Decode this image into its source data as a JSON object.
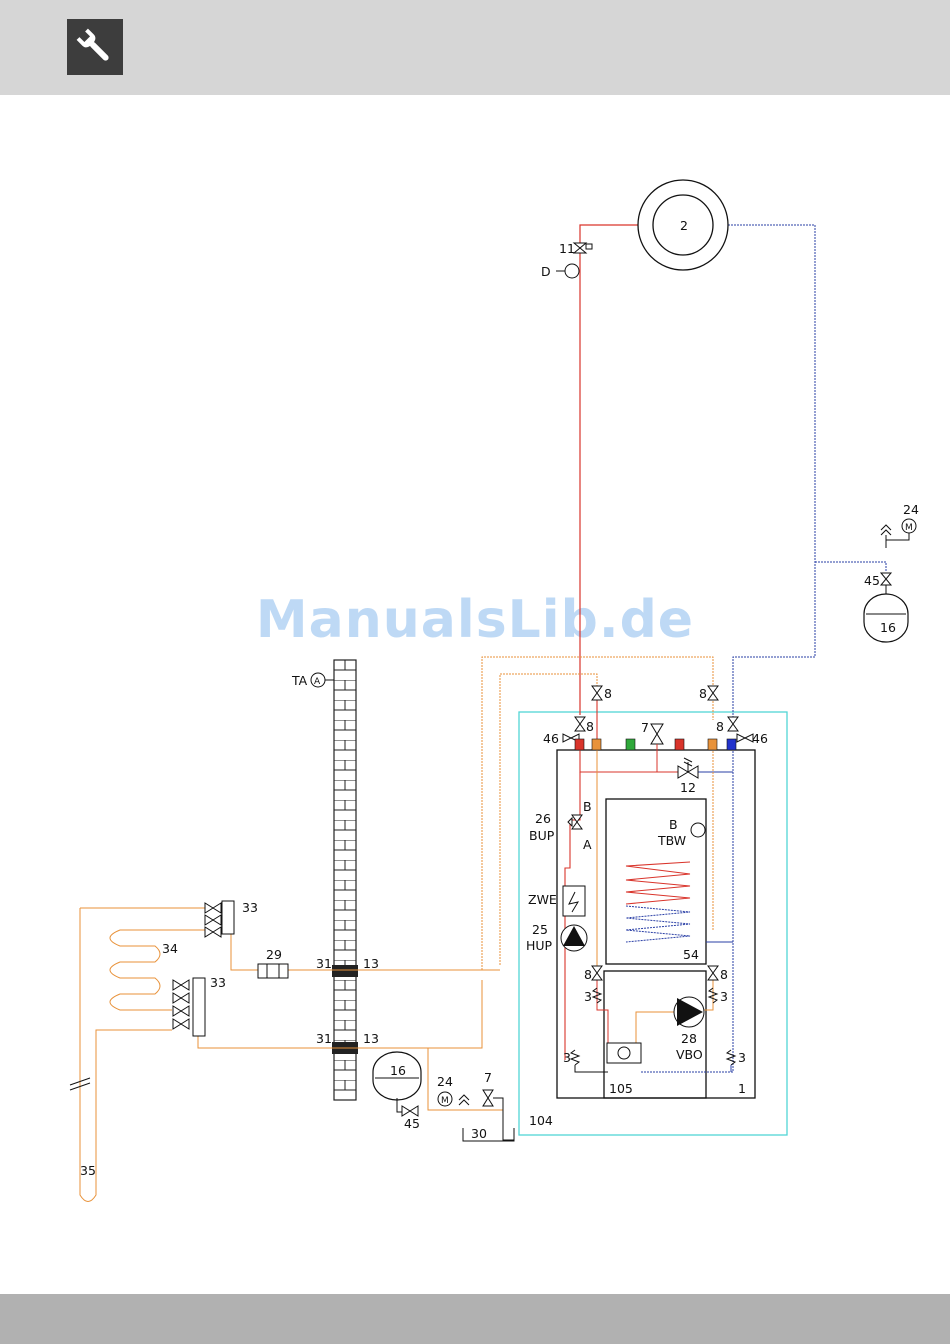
{
  "header": {
    "tool_icon": "wrench-icon"
  },
  "watermark": "ManualsLib.de",
  "colors": {
    "flow": "#d9342b",
    "return": "#2a3fa6",
    "brine": "#e8923a",
    "frame": "#52d6d6",
    "component": "#111111"
  },
  "labels": {
    "boiler": "2",
    "valve_11": "11",
    "pressure_d": "D",
    "gauge_24_top": "24",
    "valve_45_top": "45",
    "vessel_16_top": "16",
    "sensor_ta": "TA",
    "sensor_ta_symbol": "A",
    "shutoff_8_a": "8",
    "shutoff_8_b": "8",
    "shutoff_8_c": "8",
    "shutoff_8_d": "8",
    "valve_46_left": "46",
    "valve_46_right": "46",
    "safety_7_top": "7",
    "overflow_12": "12",
    "valve_26": "26",
    "valve_26_name": "BUP",
    "port_b": "B",
    "port_a": "A",
    "sensor_b": "B",
    "sensor_tbw": "TBW",
    "heater_zwe": "ZWE",
    "pump_25": "25",
    "pump_hup": "HUP",
    "tank_54": "54",
    "shutoff_8_e": "8",
    "shutoff_8_f": "8",
    "flex_3_a": "3",
    "flex_3_b": "3",
    "flex_3_c": "3",
    "flex_3_d": "3",
    "pump_28": "28",
    "pump_vbo": "VBO",
    "unit_105": "105",
    "unit_1": "1",
    "frame_104": "104",
    "manifold_33_a": "33",
    "manifold_33_b": "33",
    "loop_34": "34",
    "filter_29": "29",
    "wall_31_a": "31",
    "wall_13_a": "13",
    "wall_31_b": "31",
    "wall_13_b": "13",
    "vessel_16_bottom": "16",
    "valve_45_bottom": "45",
    "gauge_24_bottom": "24",
    "safety_7_bottom": "7",
    "tank_30": "30",
    "probe_35": "35",
    "gauge_symbol": "M"
  }
}
